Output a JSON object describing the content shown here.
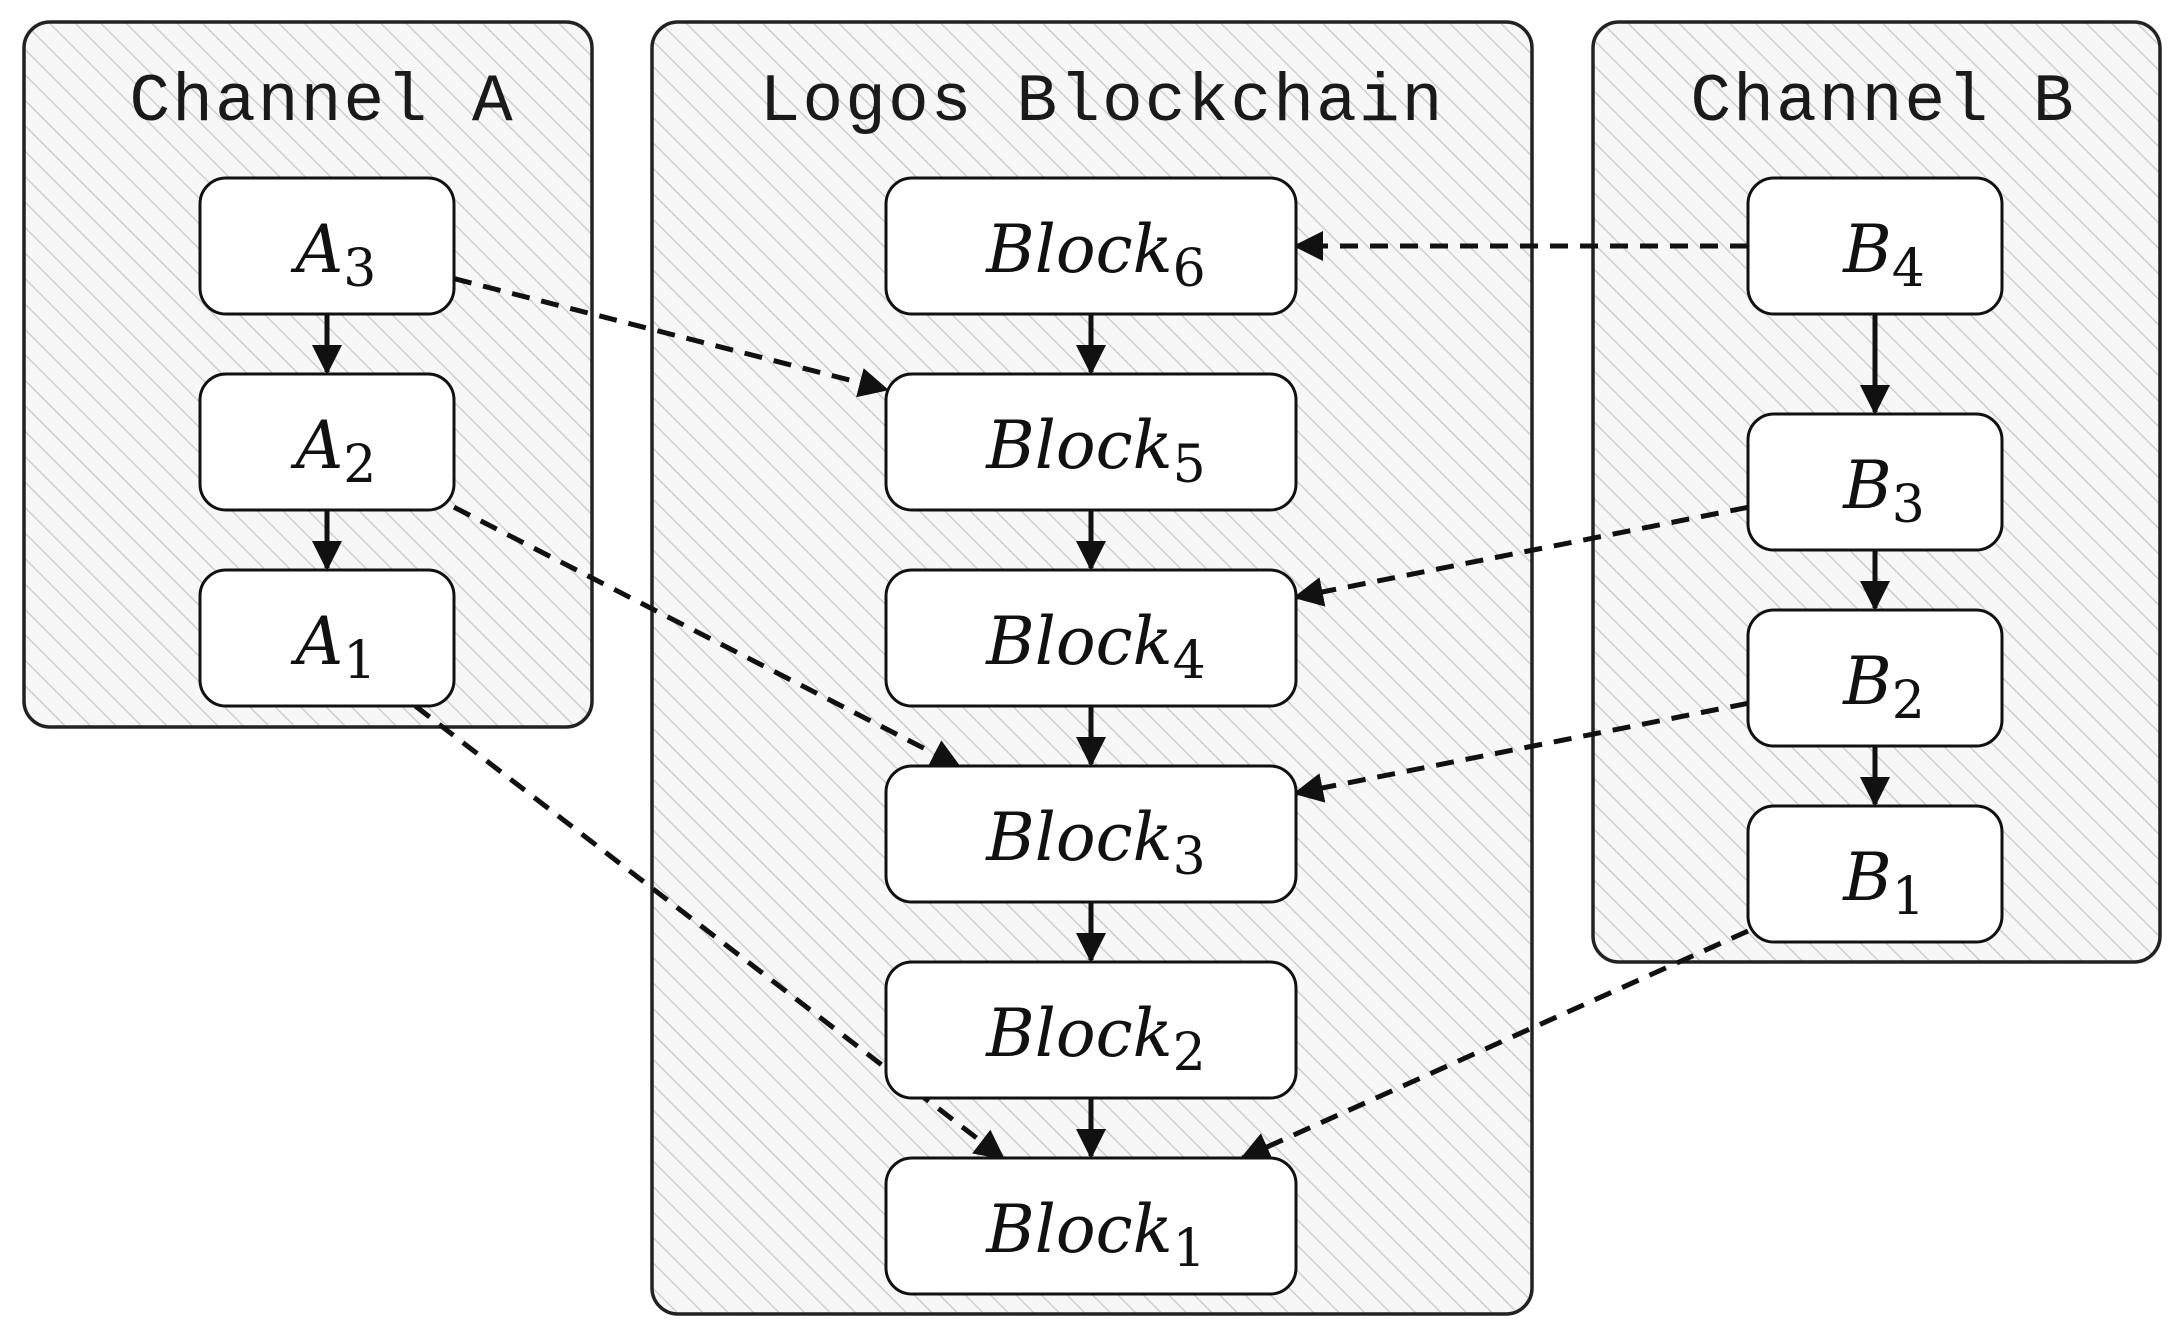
{
  "panels": {
    "channel_a": {
      "title": "Channel A"
    },
    "logos": {
      "title": "Logos Blockchain"
    },
    "channel_b": {
      "title": "Channel B"
    }
  },
  "nodes": {
    "a3": {
      "base": "A",
      "sub": "3"
    },
    "a2": {
      "base": "A",
      "sub": "2"
    },
    "a1": {
      "base": "A",
      "sub": "1"
    },
    "block6": {
      "base": "Block",
      "sub": "6"
    },
    "block5": {
      "base": "Block",
      "sub": "5"
    },
    "block4": {
      "base": "Block",
      "sub": "4"
    },
    "block3": {
      "base": "Block",
      "sub": "3"
    },
    "block2": {
      "base": "Block",
      "sub": "2"
    },
    "block1": {
      "base": "Block",
      "sub": "1"
    },
    "b4": {
      "base": "B",
      "sub": "4"
    },
    "b3": {
      "base": "B",
      "sub": "3"
    },
    "b2": {
      "base": "B",
      "sub": "2"
    },
    "b1": {
      "base": "B",
      "sub": "1"
    }
  },
  "edges": {
    "solid": [
      [
        "a3",
        "a2"
      ],
      [
        "a2",
        "a1"
      ],
      [
        "block6",
        "block5"
      ],
      [
        "block5",
        "block4"
      ],
      [
        "block4",
        "block3"
      ],
      [
        "block3",
        "block2"
      ],
      [
        "block2",
        "block1"
      ],
      [
        "b4",
        "b3"
      ],
      [
        "b3",
        "b2"
      ],
      [
        "b2",
        "b1"
      ]
    ],
    "dashed": [
      [
        "a3",
        "block5"
      ],
      [
        "a2",
        "block3"
      ],
      [
        "a1",
        "block1"
      ],
      [
        "b4",
        "block6"
      ],
      [
        "b3",
        "block4"
      ],
      [
        "b2",
        "block3"
      ],
      [
        "b1",
        "block1"
      ]
    ]
  },
  "colors": {
    "stroke": "#111111",
    "hatch": "#cfcfcf",
    "panel_bg": "#f7f7f7"
  }
}
